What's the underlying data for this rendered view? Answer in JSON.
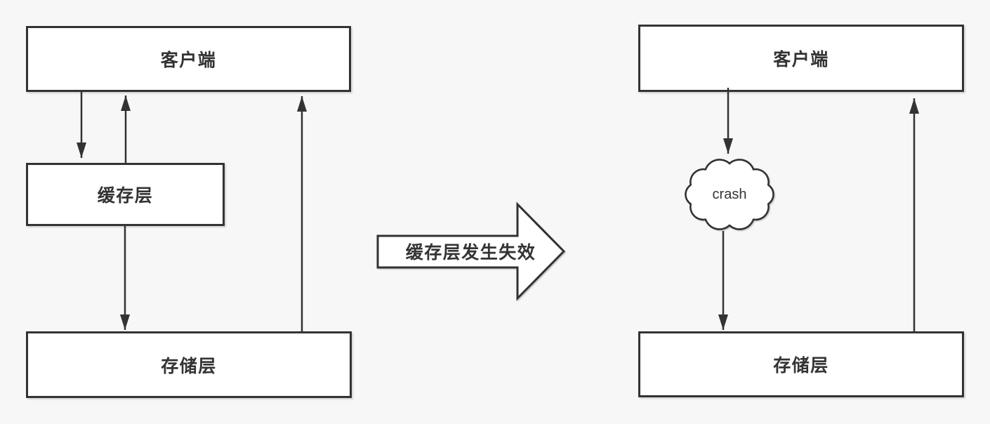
{
  "colors": {
    "bg": "#f7f7f7",
    "stroke": "#333333",
    "fill": "#ffffff",
    "text": "#333333"
  },
  "left_diagram": {
    "client_label": "客户端",
    "cache_label": "缓存层",
    "storage_label": "存储层"
  },
  "transition": {
    "label": "缓存层发生失效"
  },
  "right_diagram": {
    "client_label": "客户端",
    "crash_label": "crash",
    "storage_label": "存储层"
  }
}
